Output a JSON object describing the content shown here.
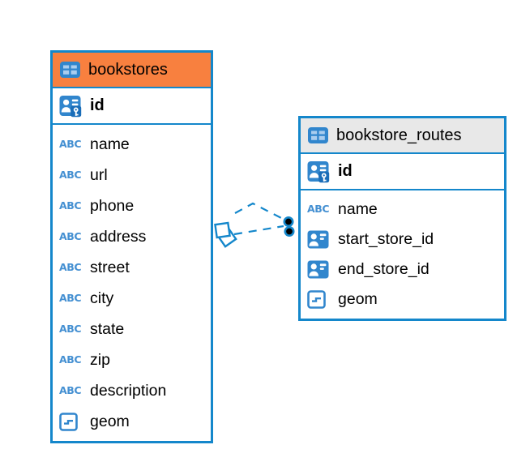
{
  "colors": {
    "table_border": "#1487cb",
    "icon_blue": "#3186cd",
    "icon_cell_blue": "#aacdee",
    "abc_blue": "#4590d2",
    "bookstores_header_bg": "#f8803f",
    "routes_header_bg": "#e8e8e8",
    "relation_line": "#1487cb",
    "relation_dot": "#000000"
  },
  "tables": [
    {
      "title": "bookstores",
      "header_bg": "#f8803f",
      "header_icon": "table-icon",
      "key_column": {
        "label": "id",
        "icon": "primary-key-icon"
      },
      "columns": [
        {
          "label": "name",
          "icon": "text-icon"
        },
        {
          "label": "url",
          "icon": "text-icon"
        },
        {
          "label": "phone",
          "icon": "text-icon"
        },
        {
          "label": "address",
          "icon": "text-icon"
        },
        {
          "label": "street",
          "icon": "text-icon"
        },
        {
          "label": "city",
          "icon": "text-icon"
        },
        {
          "label": "state",
          "icon": "text-icon"
        },
        {
          "label": "zip",
          "icon": "text-icon"
        },
        {
          "label": "description",
          "icon": "text-icon"
        },
        {
          "label": "geom",
          "icon": "geometry-icon"
        }
      ]
    },
    {
      "title": "bookstore_routes",
      "header_bg": "#e8e8e8",
      "header_icon": "table-icon",
      "key_column": {
        "label": "id",
        "icon": "primary-key-icon"
      },
      "columns": [
        {
          "label": "name",
          "icon": "text-icon"
        },
        {
          "label": "start_store_id",
          "icon": "foreign-key-icon"
        },
        {
          "label": "end_store_id",
          "icon": "foreign-key-icon"
        },
        {
          "label": "geom",
          "icon": "geometry-icon"
        }
      ]
    }
  ],
  "relations": [
    {
      "from": "bookstores",
      "to": "bookstore_routes",
      "style": "dashed"
    },
    {
      "from": "bookstores",
      "to": "bookstore_routes",
      "style": "dashed"
    }
  ]
}
